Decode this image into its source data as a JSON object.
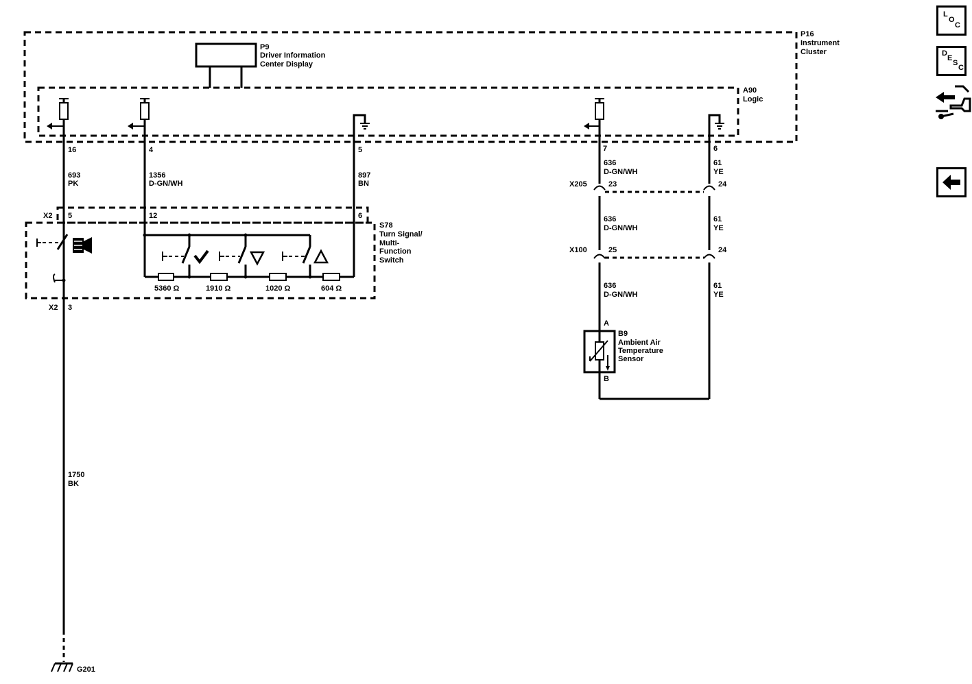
{
  "nav": {
    "loc_letters": [
      "L",
      "O",
      "C"
    ],
    "desc_letters": [
      "D",
      "E",
      "S",
      "C"
    ],
    "connector_icon": "connector-icon",
    "back_icon": "arrow-left-icon"
  },
  "components": {
    "p16": [
      "P16",
      "Instrument",
      "Cluster"
    ],
    "p9": [
      "P9",
      "Driver Information",
      "Center Display"
    ],
    "a90": [
      "A90",
      "Logic"
    ],
    "s78": [
      "S78",
      "Turn Signal/",
      "Multi-",
      "Function",
      "Switch"
    ],
    "b9": [
      "B9",
      "Ambient Air",
      "Temperature",
      "Sensor"
    ],
    "g201": "G201"
  },
  "pins": {
    "p16": "16",
    "p4": "4",
    "p5": "5",
    "p7": "7",
    "p6": "6",
    "x2_5": "5",
    "x2_12": "12",
    "x2_6": "6",
    "x2_3": "3",
    "x205_23": "23",
    "x205_24": "24",
    "x100_25": "25",
    "x100_24": "24",
    "b9_a": "A",
    "b9_b": "B"
  },
  "connectors": {
    "x2_top": "X2",
    "x2_bot": "X2",
    "x205": "X205",
    "x100": "X100"
  },
  "wires": {
    "w693": [
      "693",
      "PK"
    ],
    "w1356": [
      "1356",
      "D-GN/WH"
    ],
    "w897": [
      "897",
      "BN"
    ],
    "w636a": [
      "636",
      "D-GN/WH"
    ],
    "w61a": [
      "61",
      "YE"
    ],
    "w636b": [
      "636",
      "D-GN/WH"
    ],
    "w61b": [
      "61",
      "YE"
    ],
    "w636c": [
      "636",
      "D-GN/WH"
    ],
    "w61c": [
      "61",
      "YE"
    ],
    "w1750": [
      "1750",
      "BK"
    ]
  },
  "resistors": [
    "5360 Ω",
    "1910 Ω",
    "1020 Ω",
    "604 Ω"
  ],
  "icons": [
    "cruise-control-icon",
    "checkmark-icon",
    "triangle-down-icon",
    "triangle-up-icon",
    "ground-icon",
    "pullup-fuse-icon"
  ]
}
